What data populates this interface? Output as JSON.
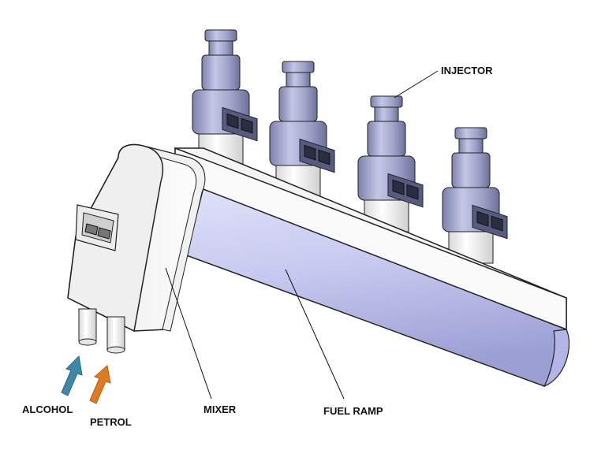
{
  "labels": {
    "injector": "INJECTOR",
    "mixer": "MIXER",
    "fuel_ramp": "FUEL RAMP",
    "alcohol": "ALCOHOL",
    "petrol": "PETROL"
  },
  "colors": {
    "injector_body": "#9ea2c9",
    "injector_dark": "#5e6288",
    "ramp_fill": "#c9cbf0",
    "alcohol_arrow": "#3f88a8",
    "petrol_arrow": "#e07a22",
    "outline": "#222222"
  }
}
